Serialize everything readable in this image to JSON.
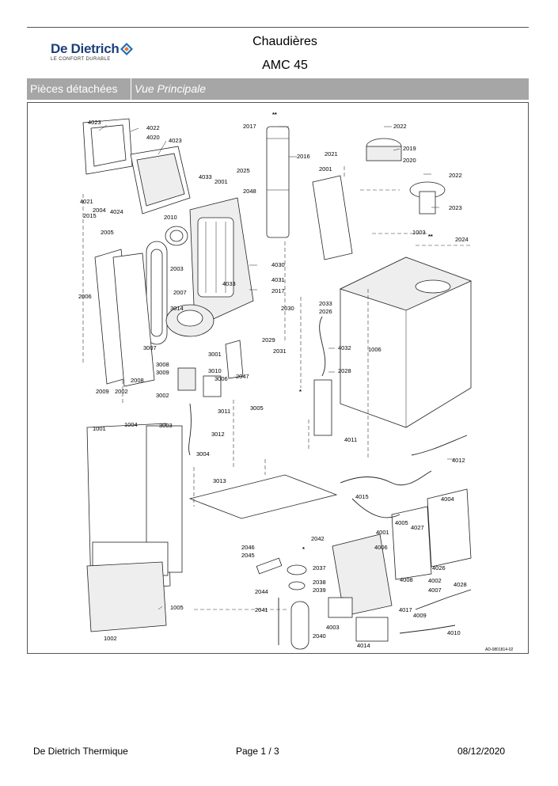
{
  "header": {
    "brand": "De Dietrich",
    "tagline": "LE CONFORT DURABLE",
    "title": "Chaudières",
    "model": "AMC 45"
  },
  "section": {
    "label": "Pièces détachées",
    "view": "Vue Principale"
  },
  "diagram": {
    "reference": "AD-0801814-02",
    "markers": {
      "single": "*",
      "double": "**"
    },
    "parts": [
      "4023",
      "4022",
      "4020",
      "4023",
      "4021",
      "2004",
      "2015",
      "4024",
      "2005",
      "4033",
      "2001",
      "2010",
      "2003",
      "2006",
      "2007",
      "3014",
      "2009",
      "2002",
      "2008",
      "3007",
      "3008",
      "3009",
      "3010",
      "3001",
      "3006",
      "3002",
      "3011",
      "3005",
      "3003",
      "3012",
      "3004",
      "3013",
      "2047",
      "4033",
      "2017",
      "2025",
      "2016",
      "2048",
      "4030",
      "4031",
      "2017",
      "2029",
      "2030",
      "2033",
      "2026",
      "2031",
      "4032",
      "2028",
      "1006",
      "2021",
      "2022",
      "2019",
      "2020",
      "2001",
      "2022",
      "2023",
      "1003",
      "2024",
      "4011",
      "4012",
      "4015",
      "4004",
      "4001",
      "4005",
      "4027",
      "4006",
      "4026",
      "4002",
      "4008",
      "4007",
      "4028",
      "4017",
      "4009",
      "4010",
      "4003",
      "4014",
      "2042",
      "2046",
      "2045",
      "2037",
      "2038",
      "2039",
      "2044",
      "2041",
      "2040",
      "1001",
      "1004",
      "1005",
      "1002"
    ]
  },
  "footer": {
    "company": "De Dietrich Thermique",
    "page": "Page   1  /  3",
    "date": "08/12/2020"
  },
  "colors": {
    "brand": "#1d3f7a",
    "section_bar": "#a6a6a6",
    "logo_orange": "#e8742a",
    "logo_blue": "#1d6fb8"
  }
}
